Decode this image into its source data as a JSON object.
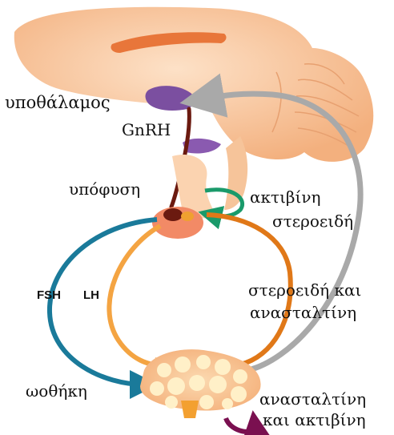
{
  "labels": {
    "hypothalamus": "υποθάλαμος",
    "gnrh": "GnRH",
    "pituitary": "υπόφυση",
    "activin": "ακτιβίνη",
    "steroids": "στεροειδή",
    "steroids_inhibin_line1": "στεροειδή και",
    "steroids_inhibin_line2": "ανασταλτίνη",
    "fsh": "FSH",
    "lh": "LH",
    "ovary": "ωοθήκη",
    "inhibin_activin_line1": "ανασταλτίνη",
    "inhibin_activin_line2": "και ακτιβίνη"
  },
  "colors": {
    "brain": "#f5b98a",
    "brain_inner": "#e8763a",
    "hypothalamus": "#7b4fa0",
    "gnrh_stalk": "#6b1a10",
    "pituitary": "#f07a5a",
    "fsh_arrow": "#1a7a9a",
    "lh_arrow": "#f4a442",
    "steroid_inhibin_arrow": "#e07818",
    "feedback_arrow": "#a9a9a9",
    "activin_loop": "#1a9a6a",
    "ovary": "#f7c79a",
    "ovary_follicle": "#fff0c8",
    "inhibin_activin_arrow": "#7a1050"
  }
}
